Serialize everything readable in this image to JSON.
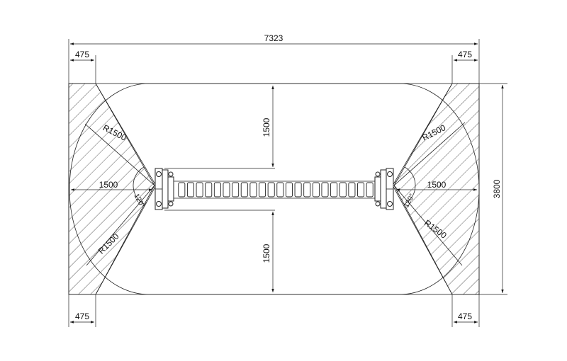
{
  "dimensions": {
    "overall_width": "7323",
    "overall_height": "3800",
    "corner_top_left": "475",
    "corner_top_right": "475",
    "corner_bottom_left": "475",
    "corner_bottom_right": "475",
    "clearance_top": "1500",
    "clearance_bottom": "1500",
    "clearance_left": "1500",
    "clearance_right": "1500",
    "radius_left_upper": "R1500",
    "radius_left_lower": "R1500",
    "radius_right_upper": "R1500",
    "radius_right_lower": "R1500",
    "angle_left": "120°",
    "angle_right": "120°"
  },
  "bridge": {
    "bead_count": 22
  },
  "colors": {
    "line": "#222222",
    "background": "#ffffff"
  }
}
